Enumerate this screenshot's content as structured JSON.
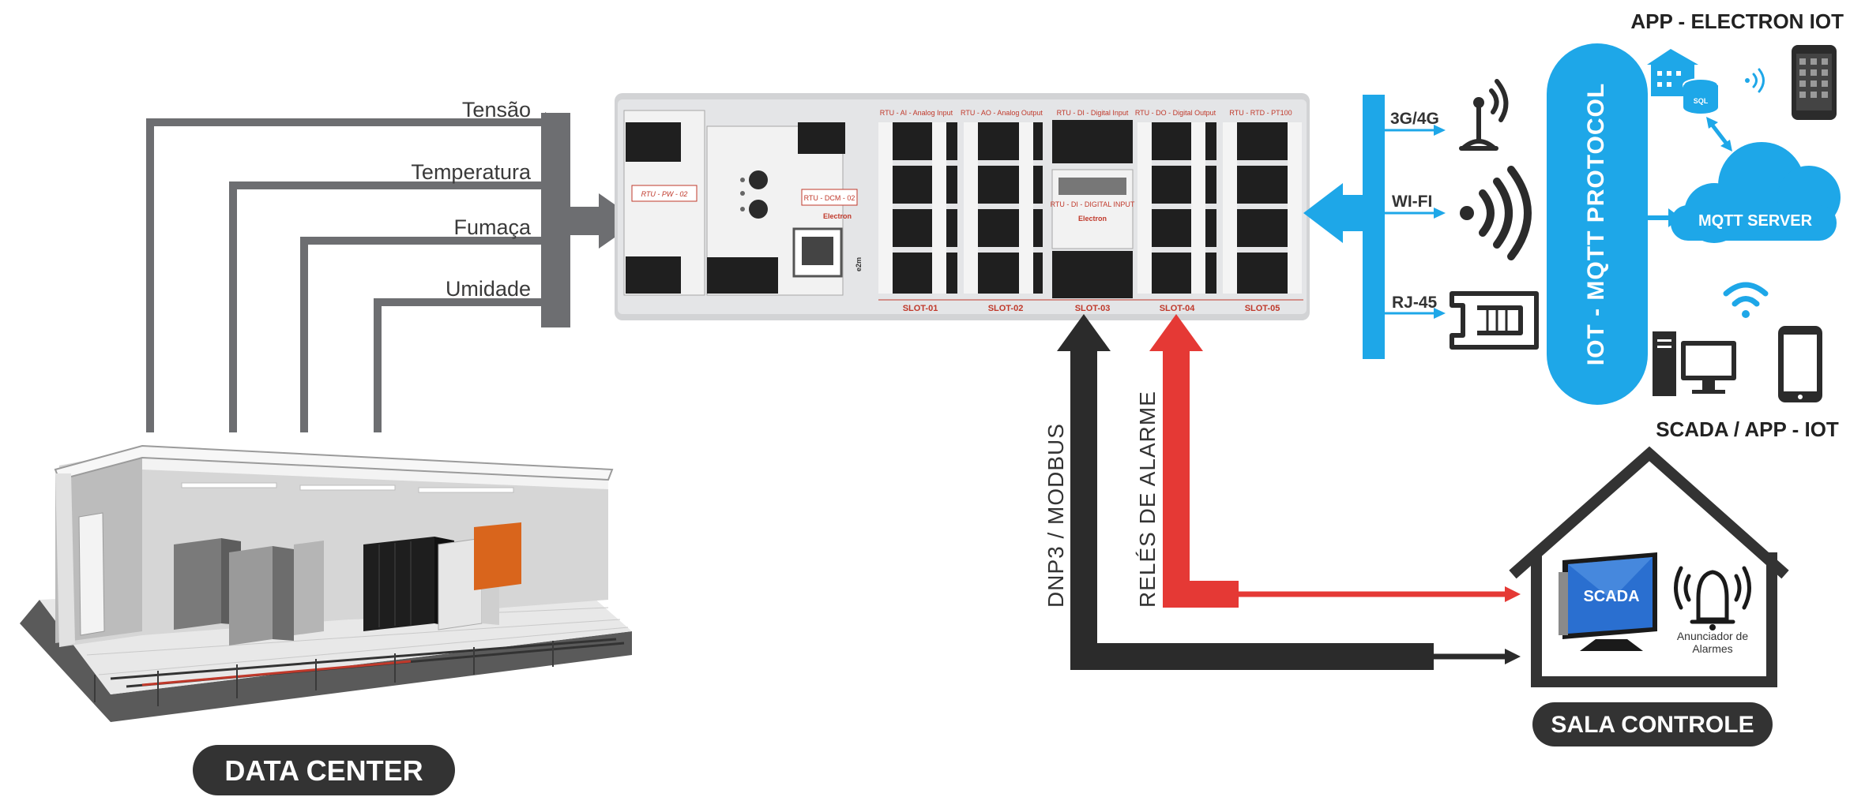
{
  "sensors": [
    {
      "label": "Tensão"
    },
    {
      "label": "Temperatura"
    },
    {
      "label": "Fumaça"
    },
    {
      "label": "Umidade"
    }
  ],
  "data_center": {
    "label": "DATA CENTER"
  },
  "rtu": {
    "modules": {
      "pw": "RTU - PW - 02",
      "dcm": "RTU - DCM - 02",
      "di": "RTU - DI - DIGITAL INPUT",
      "brand": "Electron",
      "model": "e2m"
    },
    "slot_titles": [
      "RTU - AI - Analog Input",
      "RTU - AO - Analog Output",
      "RTU - DI - Digital Input",
      "RTU - DO - Digital Output",
      "RTU - RTD - PT100"
    ],
    "slots": [
      "SLOT-01",
      "SLOT-02",
      "SLOT-03",
      "SLOT-04",
      "SLOT-05"
    ]
  },
  "links": {
    "dnp3": "DNP3 / MODBUS",
    "reles": "RELÉS DE ALARME"
  },
  "network": {
    "g3g4": "3G/4G",
    "wifi": "WI-FI",
    "rj45": "RJ-45"
  },
  "iot_protocol": "IOT - MQTT PROTOCOL",
  "mqtt_server": "MQTT SERVER",
  "sql": "SQL",
  "app_electron": "APP - ELECTRON IOT",
  "scada_app": "SCADA / APP - IOT",
  "sala_controle": {
    "label": "SALA CONTROLE",
    "scada_screen": "SCADA",
    "anunciador": "Anunciador de",
    "alarmes": "Alarmes"
  },
  "colors": {
    "gray_arrow": "#6d6e71",
    "dark": "#2b2b2b",
    "red": "#e53935",
    "blue": "#1ea7e8",
    "pill": "#333333"
  }
}
